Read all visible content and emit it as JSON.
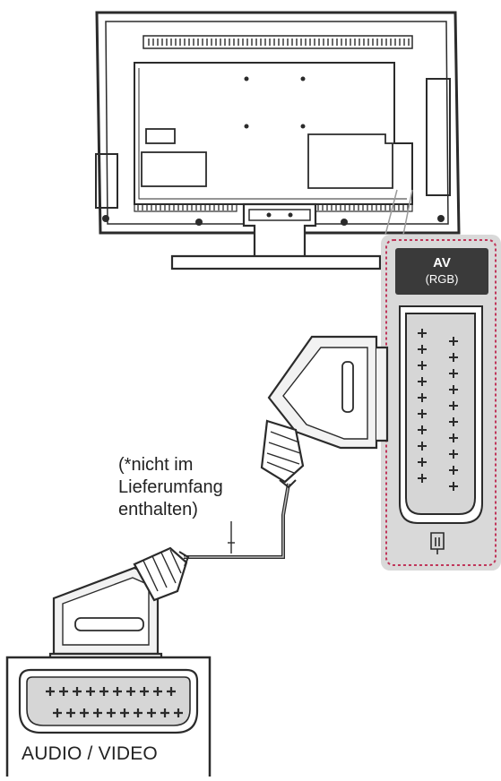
{
  "diagram": {
    "port_label": "AV",
    "port_sublabel": "(RGB)",
    "cable_note_lines": [
      "(*nicht im",
      "Lieferumfang",
      "enthalten)"
    ],
    "device_label": "AUDIO / VIDEO"
  },
  "colors": {
    "line": "#2b2b2b",
    "panel_bg": "#d9d9d9",
    "panel_border": "#c0365a",
    "label_bg": "#3a3a3a",
    "plug_fill": "#f2f2f2",
    "port_fill": "#d6d6d6"
  }
}
